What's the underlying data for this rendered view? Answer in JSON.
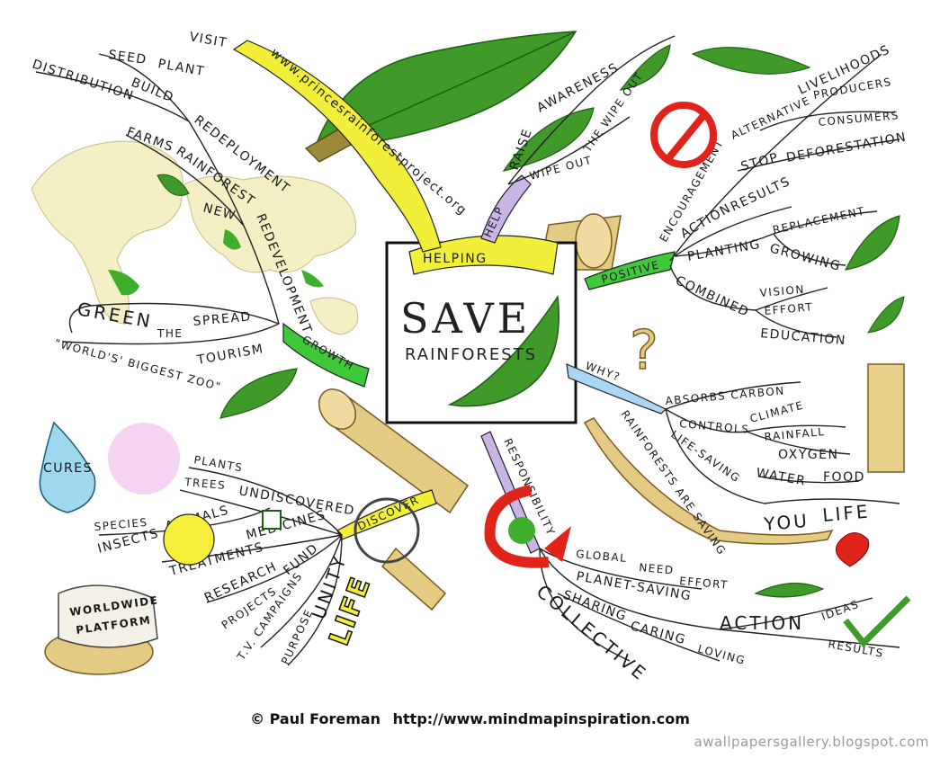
{
  "center": {
    "helping": "HELPING",
    "save": "SAVE",
    "rainforests": "RAINFORESTS"
  },
  "branches": {
    "visit": "VISIT",
    "website_banner": "www.princesrainforestproject.org",
    "help": "HELP",
    "positive": "POSITIVE",
    "why": "WHY?",
    "growth": "GROWTH",
    "discover": "DISCOVER",
    "responsibility": "RESPONSIBILITY"
  },
  "top_left": {
    "seed": "SEED",
    "plant": "PLANT",
    "distribution": "DISTRIBUTION",
    "build": "BUILD",
    "redeployment": "REDEPLOYMENT",
    "farms": "FARMS",
    "rainforest": "RAINFOREST",
    "new": "NEW",
    "redevelopment": "REDEVELOPMENT",
    "green": "GREEN",
    "the": "THE",
    "spread": "SPREAD",
    "worlds_biggest_zoo": "\"WORLD'S' BIGGEST ZOO\"",
    "tourism": "TOURISM"
  },
  "top_right": {
    "raise": "RAISE",
    "awareness": "AWARENESS",
    "wipe_out": "WIPE OUT",
    "the_wipe_out": "THE WIPE OUT",
    "livelihoods": "LIVELIHOODS",
    "producers": "PRODUCERS",
    "consumers": "CONSUMERS",
    "alternative": "ALTERNATIVE",
    "encouragement": "ENCOURAGEMENT",
    "stop": "STOP",
    "deforestation": "DEFORESTATION",
    "action": "ACTION",
    "results": "RESULTS",
    "planting": "PLANTING",
    "replacement": "REPLACEMENT",
    "growing": "GROWING",
    "combined": "COMBINED",
    "vision": "VISION",
    "effort": "EFFORT",
    "education": "EDUCATION"
  },
  "right": {
    "absorbs_carbon": "ABSORBS CARBON",
    "controls": "CONTROLS",
    "climate": "CLIMATE",
    "rainfall": "RAINFALL",
    "oxygen": "OXYGEN",
    "life_saving": "LIFE-SAVING",
    "water": "WATER",
    "food": "FOOD",
    "life": "LIFE",
    "rainforests_are_saving": "RAINFORESTS ARE SAVING",
    "you": "YOU"
  },
  "bottom_right": {
    "global": "GLOBAL",
    "need": "NEED",
    "effort": "EFFORT",
    "planet_saving": "PLANET-SAVING",
    "action": "ACTION",
    "ideas": "IDEAS",
    "results": "RESULTS",
    "sharing": "SHARING",
    "caring": "CARING",
    "loving": "LOVING",
    "collective": "COLLECTIVE"
  },
  "bottom_left": {
    "cures": "CURES",
    "plants": "PLANTS",
    "trees": "TREES",
    "undiscovered": "UNDISCOVERED",
    "species": "SPECIES",
    "animals": "ANIMALS",
    "insects": "INSECTS",
    "medicines": "MEDICINES",
    "treatments": "TREATMENTS",
    "research": "RESEARCH",
    "fund": "FUND",
    "projects": "PROJECTS",
    "tv_campaigns": "T.V. CAMPAIGNS",
    "purpose": "PURPOSE",
    "unity": "UNITY",
    "life": "LIFE",
    "worldwide": "WORLDWIDE",
    "platform": "PLATFORM"
  },
  "footer": {
    "copyright": "© Paul Foreman",
    "url": "http://www.mindmapinspiration.com",
    "watermark": "awallpapersgallery.blogspot.com"
  },
  "colors": {
    "leaf_green": "#3f9a2a",
    "leaf_dark": "#2c7d1c",
    "banner_yellow": "#f2ef3a",
    "help_purple": "#c9b4e6",
    "why_blue": "#a9d6f2",
    "growth_green": "#3fc83a",
    "log_tan": "#e3cb84",
    "red": "#e0241c",
    "cures_blue": "#9fd7ec"
  }
}
